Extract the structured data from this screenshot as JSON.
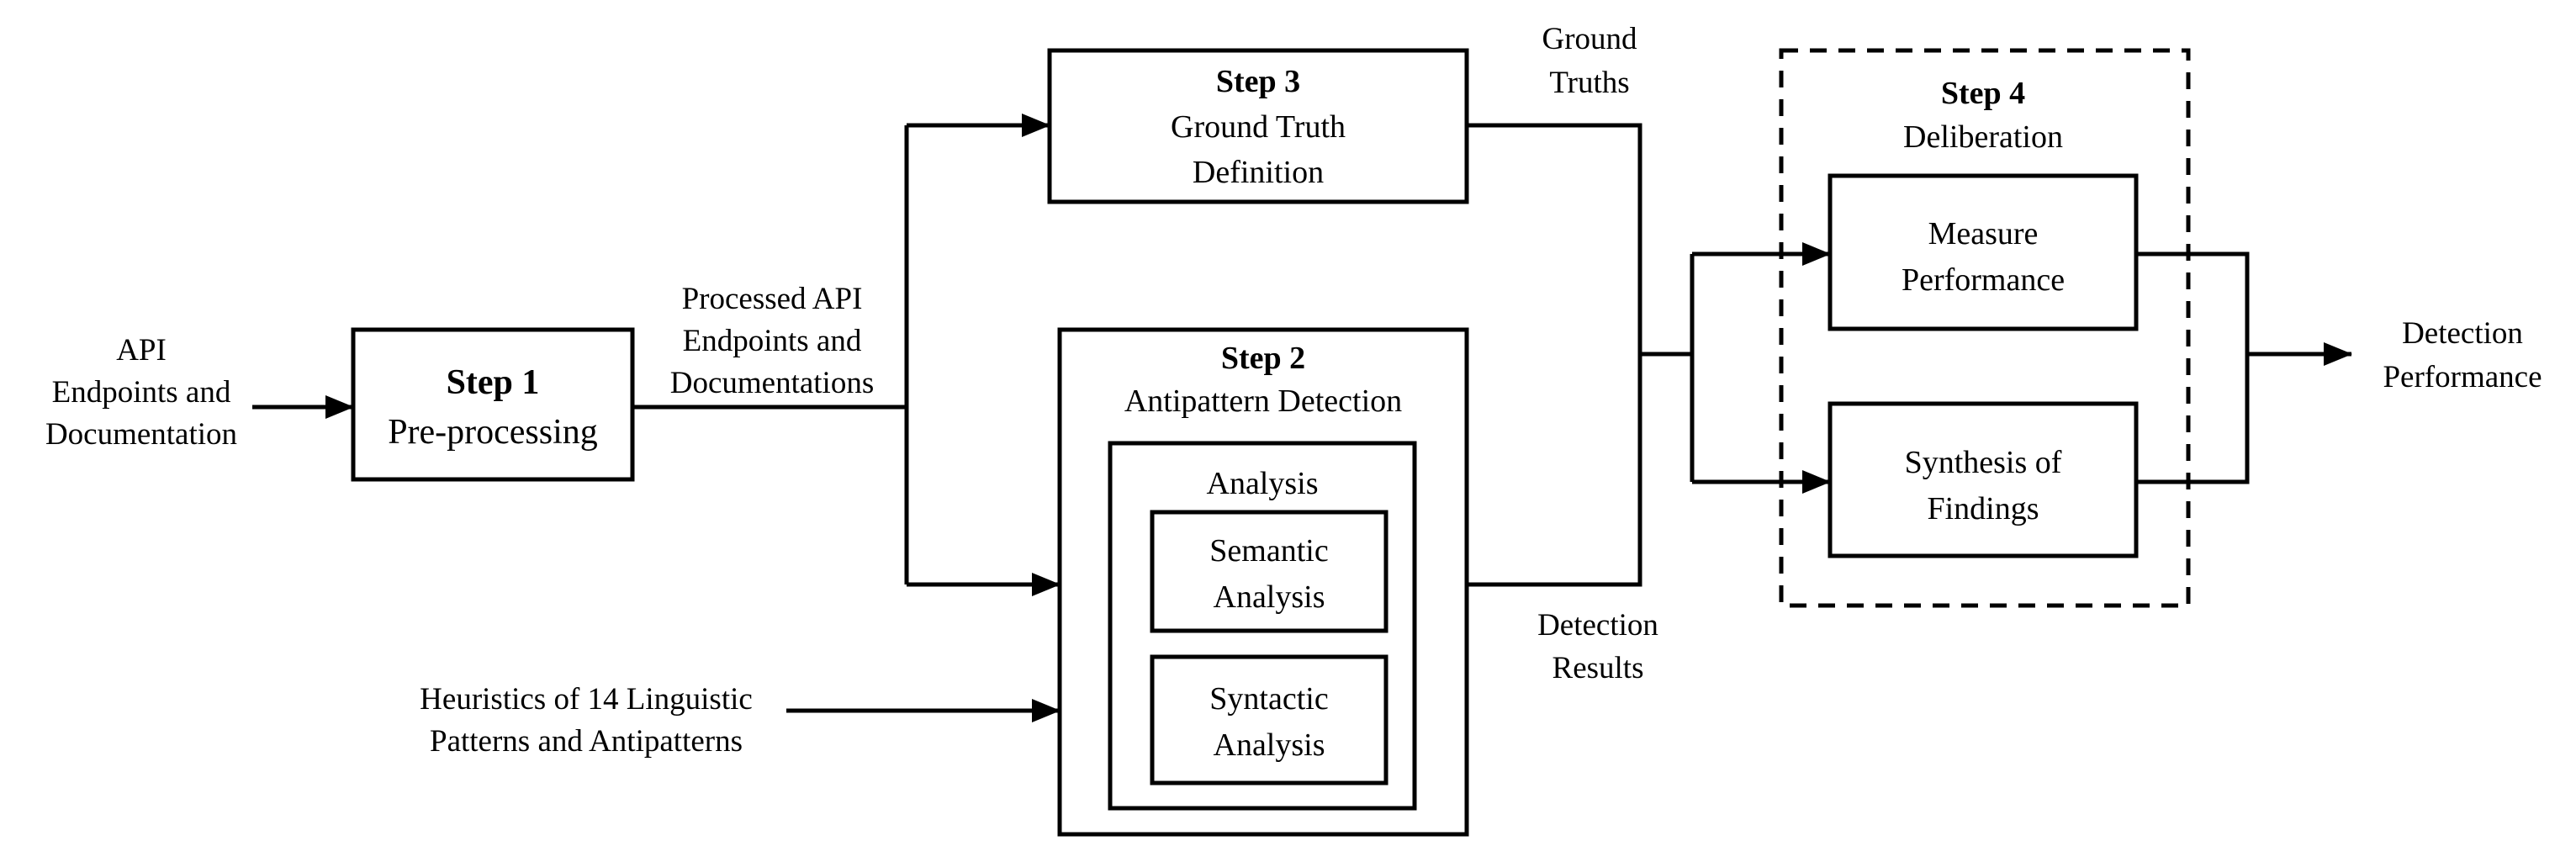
{
  "inputs": {
    "api_docs": [
      "API",
      "Endpoints and",
      "Documentation"
    ],
    "heuristics": [
      "Heuristics of 14 Linguistic",
      "Patterns and Antipatterns"
    ]
  },
  "step1": {
    "title": "Step 1",
    "name": "Pre-processing"
  },
  "edge_labels": {
    "processed": [
      "Processed API",
      "Endpoints and",
      "Documentations"
    ],
    "ground_truths": [
      "Ground",
      "Truths"
    ],
    "detection_results": [
      "Detection",
      "Results"
    ],
    "detection_performance": [
      "Detection",
      "Performance"
    ]
  },
  "step3": {
    "title": "Step 3",
    "name": [
      "Ground Truth",
      "Definition"
    ]
  },
  "step2": {
    "title": "Step 2",
    "name": "Antipattern Detection",
    "analysis": {
      "label": "Analysis",
      "semantic": [
        "Semantic",
        "Analysis"
      ],
      "syntactic": [
        "Syntactic",
        "Analysis"
      ]
    }
  },
  "step4": {
    "title": "Step 4",
    "name": "Deliberation",
    "measure": [
      "Measure",
      "Performance"
    ],
    "synthesis": [
      "Synthesis of",
      "Findings"
    ]
  }
}
